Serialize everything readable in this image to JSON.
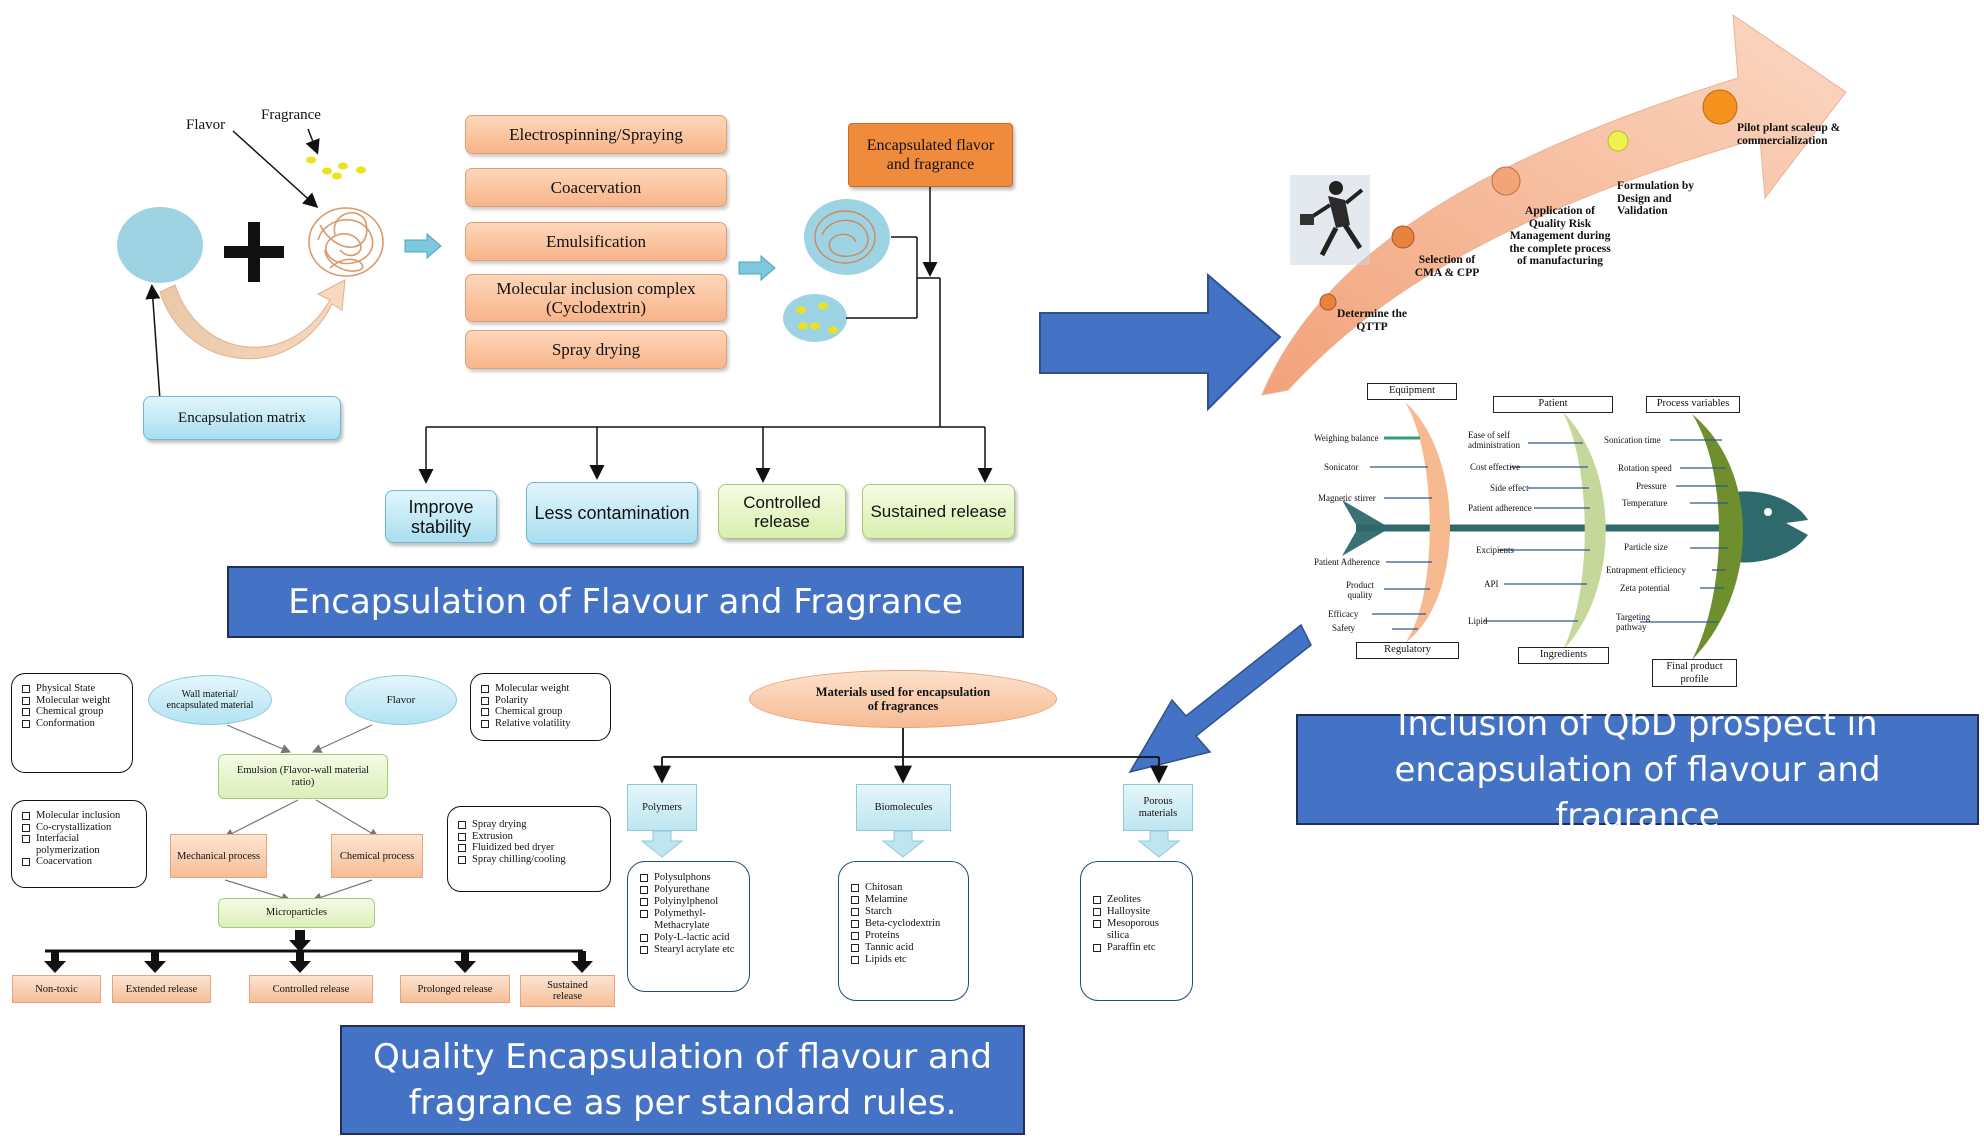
{
  "panel1": {
    "flavor_label": "Flavor",
    "fragrance_label": "Fragrance",
    "matrix_label": "Encapsulation matrix",
    "methods": [
      "Electrospinning/Spraying",
      "Coacervation",
      "Emulsification",
      "Molecular inclusion  complex (Cyclodextrin)",
      "Spray drying"
    ],
    "product_label": "Encapsulated flavor and fragrance",
    "benefits": [
      "Improve stability",
      "Less contamination",
      "Controlled release",
      "Sustained release"
    ],
    "banner": "Encapsulation of Flavour and Fragrance"
  },
  "panel2": {
    "wall_material": "Wall material/ encapsulated material",
    "flavor": "Flavor",
    "left_props": [
      "Physical State",
      "Molecular weight",
      "Chemical group",
      "Conformation"
    ],
    "right_props": [
      "Molecular weight",
      "Polarity",
      "Chemical group",
      "Relative volatility"
    ],
    "emulsion": "Emulsion (Flavor-wall material ratio)",
    "mechanical": "Mechanical process",
    "chemical": "Chemical process",
    "chemical_methods": [
      "Molecular inclusion",
      "Co-crystallization",
      "Interfacial polymerization",
      "Coacervation"
    ],
    "mechanical_methods": [
      "Spray drying",
      "Extrusion",
      "Fluidized bed dryer",
      "Spray chilling/cooling"
    ],
    "microparticles": "Microparticles",
    "outcomes": [
      "Non-toxic",
      "Extended release",
      "Controlled release",
      "Prolonged release",
      "Sustained release"
    ],
    "banner": "Quality Encapsulation of  flavour and fragrance as per standard rules."
  },
  "panel3": {
    "title": "Materials used for encapsulation of fragrances",
    "categories": [
      {
        "name": "Polymers",
        "items": [
          "Polysulphons",
          "Polyurethane",
          "Polyinylphenol",
          "Polymethyl-Methacrylate",
          "Poly-L-lactic acid",
          "Stearyl    acrylate etc"
        ]
      },
      {
        "name": "Biomolecules",
        "items": [
          "Chitosan",
          "Melamine",
          "Starch",
          "Beta-cyclodextrin",
          "Proteins",
          "Tannic acid",
          "Lipids etc"
        ]
      },
      {
        "name": "Porous materials",
        "items": [
          "Zeolites",
          "Halloysite",
          "Mesoporous silica",
          "Paraffin etc"
        ]
      }
    ]
  },
  "panel4": {
    "stages": [
      "Determine the QTTP",
      "Selection of CMA & CPP",
      "Application of Quality Risk Management during the complete process of manufacturing",
      "Formulation by Design and Validation",
      "Pilot plant scaleup & commercialization"
    ],
    "fishbone": {
      "equipment": "Equipment",
      "patient": "Patient",
      "process_variables": "Process variables",
      "regulatory": "Regulatory",
      "ingredients": "Ingredients",
      "final_product": "Final product profile",
      "equipment_items": [
        "Weighing balance",
        "Sonicator",
        "Magnetic stirrer"
      ],
      "regulatory_items": [
        "Patient Adherence",
        "Product quality",
        "Efficacy",
        "Safety"
      ],
      "patient_items": [
        "Ease of self administration",
        "Cost effective",
        "Side effect",
        "Patient adherence"
      ],
      "ingredient_items": [
        "Excipients",
        "API",
        "Lipid"
      ],
      "process_items": [
        "Sonication time",
        "Rotation speed",
        "Pressure",
        "Temperature"
      ],
      "final_items": [
        "Particle size",
        "Entrapment efficiency",
        "Zeta potential",
        "Targeting pathway"
      ]
    },
    "banner": "Inclusion of QbD prospect in encapsulation of flavour and fragrance"
  },
  "colors": {
    "banner_blue": "#4472c4",
    "orange_box": "#f8b48a",
    "light_blue": "#a9def0",
    "light_green": "#d9efad",
    "arrow_peach": "#f7c7a8"
  }
}
